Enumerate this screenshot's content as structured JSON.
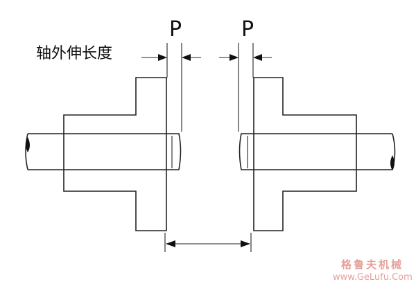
{
  "labels": {
    "p_left": "P",
    "p_right": "P",
    "shaft_extension": "轴外伸长度"
  },
  "watermark": {
    "name": "格鲁夫机械",
    "url": "www.GeLufu.Com"
  }
}
